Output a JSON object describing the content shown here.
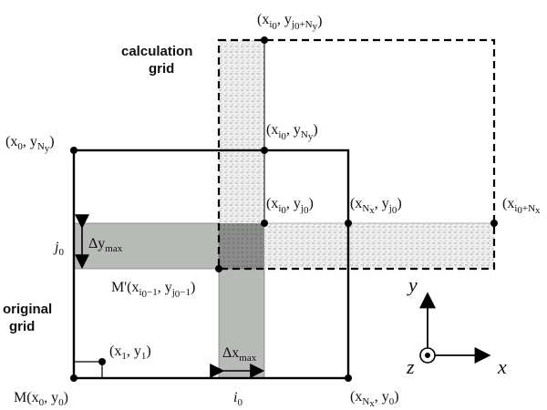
{
  "colors": {
    "line": "#000000",
    "shade_gray": "#b8bab8",
    "overlap_shade": "#8a8c8a",
    "hatch_fill": "#eeeeee",
    "hatch_mark": "#9a9a9a"
  },
  "labels": {
    "calc_grid_line1": "calculation",
    "calc_grid_line2": "grid",
    "orig_grid_line1": "original",
    "orig_grid_line2": "grid",
    "pt_top": {
      "base": "(x",
      "sub1": "i",
      "sub1b": "0",
      "mid": ", y",
      "sub2": "j",
      "sub2b": "0",
      "sub2c": "+N",
      "sub2d": "y",
      "close": ")"
    },
    "pt_x0_yNy": {
      "base": "(x",
      "sub1": "0",
      "mid": ", y",
      "sub2": "N",
      "sub2b": "y",
      "close": ")"
    },
    "pt_xi0_yNy": {
      "base": "(x",
      "sub1": "i",
      "sub1b": "0",
      "mid": ", y",
      "sub2": "N",
      "sub2b": "y",
      "close": ")"
    },
    "pt_xi0_yj0": {
      "base": "(x",
      "sub1": "i",
      "sub1b": "0",
      "mid": ", y",
      "sub2": "j",
      "sub2b": "0",
      "close": ")"
    },
    "pt_xNx_yj0": {
      "base": "(x",
      "sub1": "N",
      "sub1b": "x",
      "mid": ", y",
      "sub2": "j",
      "sub2b": "0",
      "close": ")"
    },
    "pt_xi0Nx": {
      "base": "(x",
      "sub1": "i",
      "sub1b": "0",
      "sub1c": "+N",
      "sub1d": "x"
    },
    "pt_M_prime": {
      "prefix": "M'",
      "base": "(x",
      "sub1": "i",
      "sub1b": "0",
      "sub1c": "−1",
      "mid": ", y",
      "sub2": "j",
      "sub2b": "0",
      "sub2c": "−1",
      "close": ")"
    },
    "pt_x1_y1": {
      "base": "(x",
      "sub1": "1",
      "mid": ", y",
      "sub2": "1",
      "close": ")"
    },
    "pt_M": {
      "prefix": "M",
      "base": "(x",
      "sub1": "0",
      "mid": ", y",
      "sub2": "0",
      "close": ")"
    },
    "pt_xNx_y0": {
      "base": "(x",
      "sub1": "N",
      "sub1b": "x",
      "mid": ", y",
      "sub2": "0",
      "close": ")"
    },
    "j0": {
      "base": "j",
      "sub": "0"
    },
    "i0": {
      "base": "i",
      "sub": "0"
    },
    "delta_y_max": {
      "base": "Δy",
      "sub": "max"
    },
    "delta_x_max": {
      "base": "Δx",
      "sub": "max"
    },
    "axis_x": "x",
    "axis_y": "y",
    "axis_z": "z"
  }
}
